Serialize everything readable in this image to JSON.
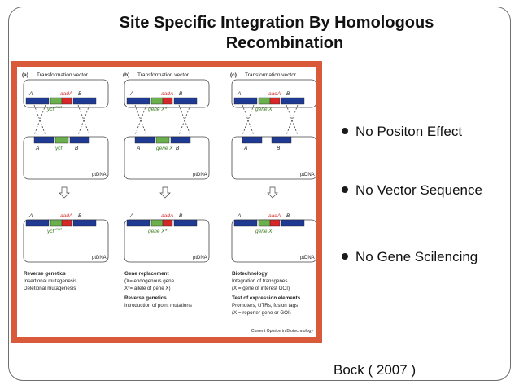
{
  "slide": {
    "title_line1": "Site  Specific  Integration  By  Homologous",
    "title_line2": "Recombination",
    "bullets": [
      "No Positon Effect",
      "No Vector Sequence",
      "No Gene Scilencing"
    ],
    "citation": "Bock ( 2007 )"
  },
  "figure": {
    "panels": [
      {
        "letter": "(a)",
        "header": "Transformation vector",
        "vec_left": "A",
        "vec_mid": "aadA",
        "vec_right": "B",
        "vec_gene": "ycf",
        "vec_gene_sup": "mut",
        "mid_left": "A",
        "mid_gene": "ycf",
        "mid_right": "B",
        "mid_label": "ptDNA",
        "res_left": "A",
        "res_mid": "aadA",
        "res_right": "B",
        "res_gene": "ycf",
        "res_gene_sup": "mut",
        "res_label": "ptDNA",
        "cap_title": "Reverse genetics",
        "cap_lines": [
          "Insertional mutagenesis",
          "Deletional mutagenesis"
        ],
        "cap_title2": "",
        "cap_lines2": []
      },
      {
        "letter": "(b)",
        "header": "Transformation vector",
        "vec_left": "A",
        "vec_mid": "aadA",
        "vec_right": "B",
        "vec_gene": "gene X*",
        "vec_gene_sup": "",
        "mid_left": "A",
        "mid_gene": "gene X",
        "mid_right": "B",
        "mid_label": "ptDNA",
        "res_left": "A",
        "res_mid": "aadA",
        "res_right": "B",
        "res_gene": "gene X*",
        "res_gene_sup": "",
        "res_label": "ptDNA",
        "cap_title": "Gene replacement",
        "cap_lines": [
          "(X= endogenous gene",
          " X*= allele of gene X)"
        ],
        "cap_title2": "Reverse genetics",
        "cap_lines2": [
          "Introduction of point mutations"
        ]
      },
      {
        "letter": "(c)",
        "header": "Transformation vector",
        "vec_left": "A",
        "vec_mid": "aadA",
        "vec_right": "B",
        "vec_gene": "gene X",
        "vec_gene_sup": "",
        "mid_left": "A",
        "mid_gene": "",
        "mid_right": "B",
        "mid_label": "ptDNA",
        "res_left": "A",
        "res_mid": "aadA",
        "res_right": "B",
        "res_gene": "gene X",
        "res_gene_sup": "",
        "res_label": "ptDNA",
        "cap_title": "Biotechnology",
        "cap_lines": [
          "Integration of transgenes",
          "(X = gene of interest GOI)"
        ],
        "cap_title2": "Test of expression elements",
        "cap_lines2": [
          "Promoters, UTRs, fusion tags",
          "(X = reporter gene or GOI)"
        ]
      }
    ],
    "source": "Current Opinion in Biotechnology",
    "colors": {
      "flank": "#1f3a93",
      "marker": "#d62728",
      "gene": "#6ab04c",
      "border": "#d85a3a",
      "line": "#444444"
    }
  }
}
